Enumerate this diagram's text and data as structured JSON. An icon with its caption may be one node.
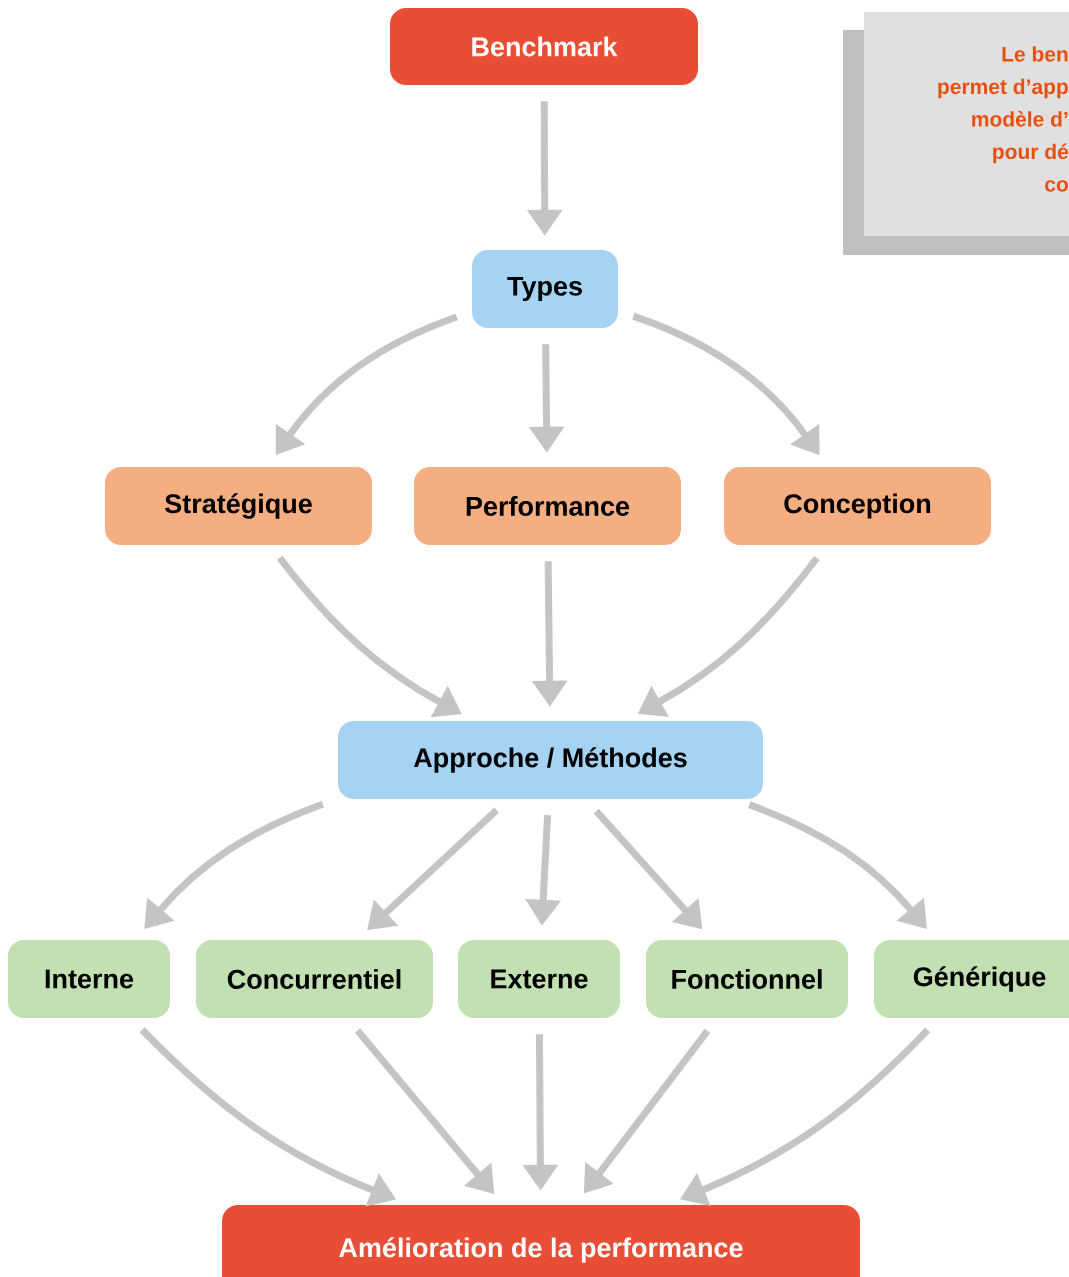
{
  "diagram": {
    "nodes": [
      {
        "text": [
          "Benchmark"
        ]
      },
      {
        "text": [
          "Types"
        ]
      },
      {
        "text": [
          "Stratégique"
        ]
      },
      {
        "text": [
          "Performance"
        ]
      },
      {
        "text": [
          "Conception"
        ]
      },
      {
        "text": [
          "Approche / Méthodes"
        ]
      },
      {
        "text": [
          "Interne"
        ]
      },
      {
        "text": [
          "Concurrentiel"
        ]
      },
      {
        "text": [
          "Externe"
        ]
      },
      {
        "text": [
          "Fonctionnel"
        ]
      },
      {
        "text": [
          "Générique"
        ]
      },
      {
        "text": [
          "Amélioration de la performance"
        ]
      },
      {
        "text": [
          "Le ben",
          "permet d’app",
          "modèle d’",
          "pour dé",
          "co"
        ]
      }
    ],
    "edges": [
      {
        "from": 0,
        "to": 1,
        "arrow": "to"
      },
      {
        "from": 1,
        "to": 2,
        "arrow": "to"
      },
      {
        "from": 1,
        "to": 3,
        "arrow": "to"
      },
      {
        "from": 1,
        "to": 4,
        "arrow": "to"
      },
      {
        "from": 2,
        "to": 5,
        "arrow": "to"
      },
      {
        "from": 3,
        "to": 5,
        "arrow": "to"
      },
      {
        "from": 4,
        "to": 5,
        "arrow": "to"
      },
      {
        "from": 5,
        "to": 6,
        "arrow": "to"
      },
      {
        "from": 5,
        "to": 7,
        "arrow": "to"
      },
      {
        "from": 5,
        "to": 8,
        "arrow": "to"
      },
      {
        "from": 5,
        "to": 9,
        "arrow": "to"
      },
      {
        "from": 5,
        "to": 10,
        "arrow": "to"
      },
      {
        "from": 6,
        "to": 11,
        "arrow": "to"
      },
      {
        "from": 7,
        "to": 11,
        "arrow": "to"
      },
      {
        "from": 8,
        "to": 11,
        "arrow": "to"
      },
      {
        "from": 9,
        "to": 11,
        "arrow": "to"
      },
      {
        "from": 10,
        "to": 11,
        "arrow": "to"
      }
    ]
  }
}
